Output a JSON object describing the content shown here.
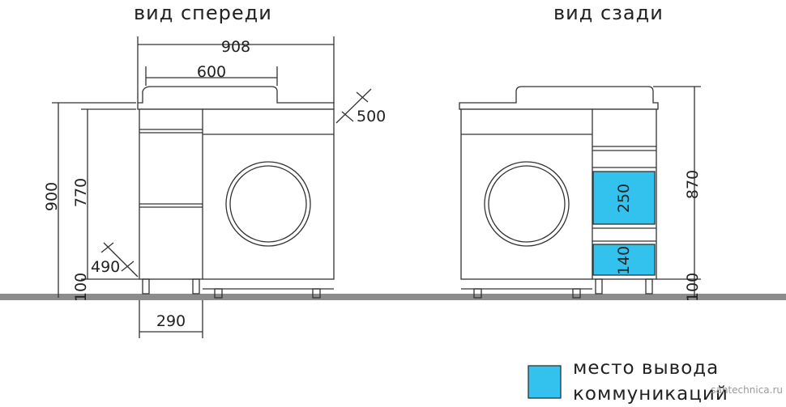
{
  "titles": {
    "front": "вид спереди",
    "back": "вид сзади"
  },
  "dimensions": {
    "total_width": "908",
    "basin_width": "600",
    "depth": "500",
    "total_height": "900",
    "cabinet_height": "770",
    "drawer_depth": "490",
    "leg_height_front": "100",
    "drawer_width": "290",
    "back_height": "870",
    "zone_upper": "250",
    "zone_lower": "140",
    "leg_height_back": "100"
  },
  "legend": {
    "line1": "место вывода",
    "line2": "коммуникаций"
  },
  "watermark": "santechnica.ru",
  "colors": {
    "highlight": "#33c2ee",
    "floor": "#8c8c8c",
    "line": "#333333"
  }
}
